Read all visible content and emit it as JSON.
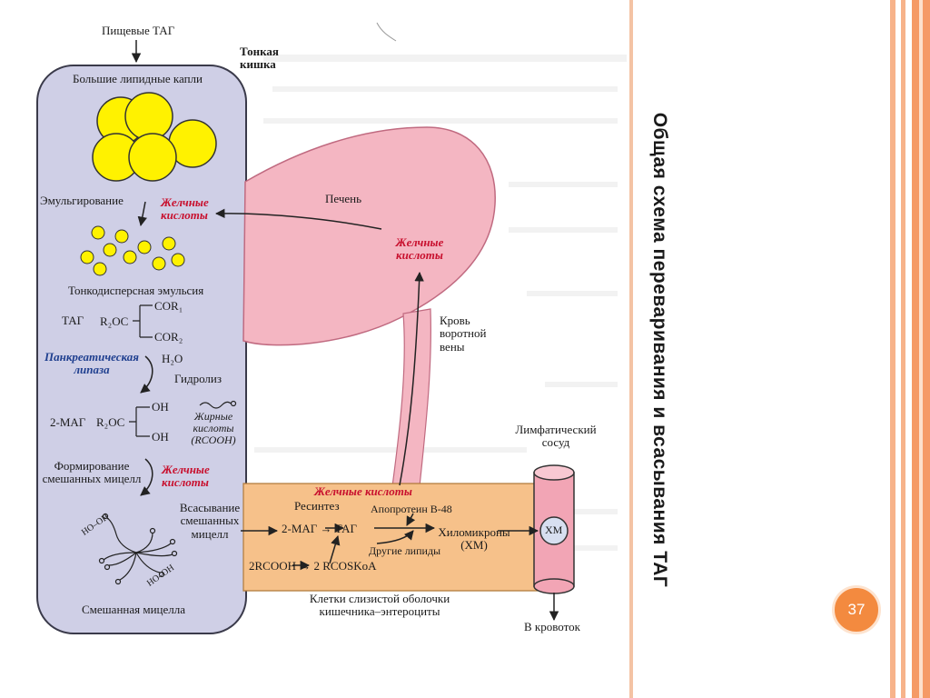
{
  "slide": {
    "title": "Общая схема переваривания и всасывания ТАГ",
    "page_number": "37"
  },
  "diagram": {
    "dietary_tag": "Пищевые ТАГ",
    "small_intestine": "Тонкая кишка",
    "large_lipid_drops": "Большие липидные капли",
    "emulsification": "Эмульгирование",
    "bile_acids": "Желчные кислоты",
    "fine_emulsion": "Тонкодисперсная эмульсия",
    "tag": "ТАГ",
    "r2oc": "R₂OC",
    "cor1": "COR₁",
    "cor2": "COR₂",
    "pancreatic_lipase": "Панкреатическая липаза",
    "h2o": "H₂O",
    "hydrolysis": "Гидролиз",
    "mag2": "2-МАГ",
    "oh": "OH",
    "fatty_acids": "Жирные кислоты (RCOOH)",
    "micelle_formation": "Формирование смешанных мицелл",
    "mixed_micelle": "Смешанная мицелла",
    "ho_oh": "HO–OH",
    "absorption": "Всасывание смешанных мицелл",
    "liver": "Печень",
    "portal_blood": "Кровь воротной вены",
    "resynthesis": "Ресинтез",
    "apoprotein": "Апопротеин В-48",
    "mag_to_tag": "2-МАГ → ТАГ",
    "chylomicrons": "Хиломикроны (ХМ)",
    "other_lipids": "Другие липиды",
    "rcooh_reaction": "2RCOOH → 2 RCOSKoA",
    "lymph_vessel": "Лимфатический сосуд",
    "xm": "ХМ",
    "enterocytes": "Клетки слизистой оболочки кишечника–энтероциты",
    "to_blood": "В кровоток"
  },
  "colors": {
    "intestine": "#cfcfe6",
    "liver": "#f4b6c2",
    "enterocyte": "#f6c18a",
    "lymph": "#f2a5b5",
    "lipid": "#fff200",
    "accent": "#f38a3f",
    "bile_text": "#c8102e",
    "lipase_text": "#1f3f8f"
  }
}
